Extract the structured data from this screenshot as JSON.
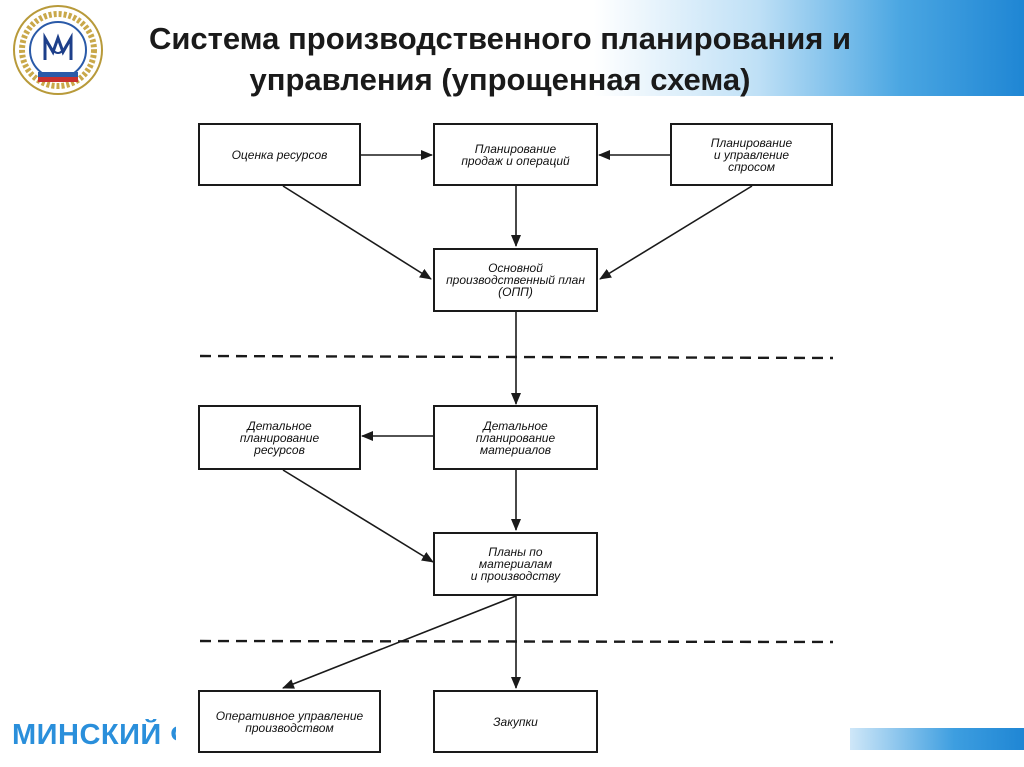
{
  "title": {
    "line1": "Система производственного планирования и",
    "line2": "управления (упрощенная схема)"
  },
  "nodes": {
    "resource_assessment": "Оценка ресурсов",
    "sales_ops_planning": "Планирование\nпродаж и операций",
    "demand_planning": "Планирование\nи управление\nспросом",
    "master_plan": "Основной\nпроизводственный план\n(ОПП)",
    "detailed_resource_planning": "Детальное\nпланирование\nресурсов",
    "detailed_material_planning": "Детальное\nпланирование\nматериалов",
    "material_production_plans": "Планы по\nматериалам\nи производству",
    "operational_management": "Оперативное управление\nпроизводством",
    "purchasing": "Закупки"
  },
  "footer": {
    "brand_text": "МИНСКИЙ Ф"
  },
  "colors": {
    "accent_blue": "#1f86d4",
    "footer_text": "#2a8fdb",
    "line": "#1a1a1a"
  }
}
